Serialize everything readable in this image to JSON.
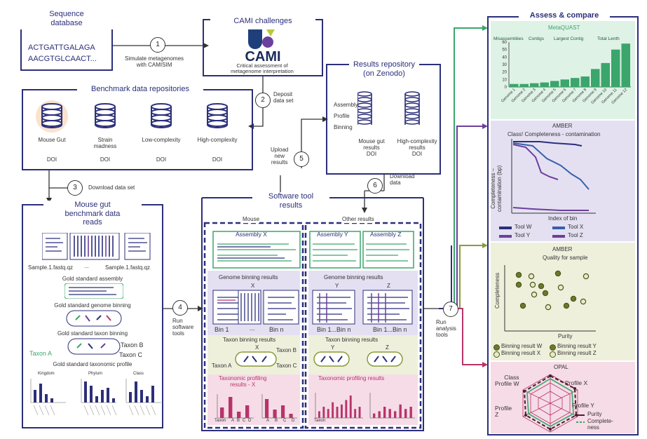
{
  "seq_db": {
    "title": "Sequence\ndatabase",
    "seq1": "ACTGATTGALAGA",
    "seq2": "AACGTGLCAACT..."
  },
  "step1": {
    "num": "1",
    "label": "Simulate metagenomes\nwith CAMISIM"
  },
  "cami": {
    "title": "CAMI challenges",
    "logo": "CAMI",
    "subtitle": "Critical assessment of\nmetagenome interpretation"
  },
  "step2": {
    "num": "2",
    "label": "Deposit\ndata set"
  },
  "benchmark": {
    "title": "Benchmark data repositories",
    "items": [
      {
        "name": "Mouse Gut",
        "doi": "DOI"
      },
      {
        "name": "Strain\nmadness",
        "doi": "DOI"
      },
      {
        "name": "Low-complexity",
        "doi": "DOI"
      },
      {
        "name": "High-complexity",
        "doi": "DOI"
      }
    ]
  },
  "results_repo": {
    "title": "Results repository\n(on Zenodo)",
    "rows": [
      "Assembly",
      "Profile",
      "Binning"
    ],
    "db1": "Mouse gut\nresults\nDOI",
    "db2": "High-complexity\nresults\nDOI"
  },
  "step3": {
    "num": "3",
    "label": "Download data set"
  },
  "step5": {
    "num": "5",
    "label": "Upload\nnew\nresults"
  },
  "step6": {
    "num": "6",
    "label": "Download\ndata"
  },
  "step4": {
    "num": "4",
    "label": "Run\nsoftware\ntools"
  },
  "step7": {
    "num": "7",
    "label": "Run\nanalysis\ntools"
  },
  "mouse_panel": {
    "title": "Mouse gut\nbenchmark data\nreads",
    "file1": "Sample.1.fastq.qz",
    "dots": "...",
    "file2": "Sample.1.fastq.qz",
    "gs_assembly": "Gold standard assembly",
    "gs_genome": "Gold standard genome binning",
    "gs_taxon": "Gold standard taxon binning",
    "taxon_a": "Taxon A",
    "taxon_b": "Taxon B",
    "taxon_c": "Taxon C",
    "gs_profile": "Gold standard taxonomic profile",
    "mini_titles": [
      "Kingdom",
      "Phylum",
      "Class"
    ]
  },
  "software": {
    "title": "Software tool\nresults",
    "mouse": "Mouse",
    "other": "Other results",
    "assembly_x": "Assembly X",
    "assembly_y": "Assembly Y",
    "assembly_z": "Assembly Z",
    "gbin_left": "Genome binning results",
    "gbin_right": "Genome binning results",
    "x": "X",
    "y": "Y",
    "z": "Z",
    "bin1": "Bin 1",
    "bindots": "...",
    "binn": "Bin n",
    "bin1ny": "Bin 1...Bin n",
    "bin1nz": "Bin 1...Bin n",
    "tbin_left": "Taxon binning results",
    "tbin_right": "Taxon binning results",
    "ta": "Taxon A",
    "tb": "Taxon B",
    "tc": "Taxon C",
    "tprof_left": "Taxonomic profiling\nresults - X",
    "tprof_right": "Taxonomic profiling results",
    "taxon_axis": "Taxon",
    "abcd": [
      "A",
      "B",
      "C",
      "D"
    ]
  },
  "assess": {
    "title": "Assess & compare"
  },
  "metaquast": {
    "name": "MetaQUAST",
    "headers": [
      "Misassemblies",
      "Contigs",
      "Largest Contig",
      "Total Lenth"
    ]
  },
  "amber1": {
    "name": "AMBER",
    "sub": "Class! Completeness - contamination",
    "ylabel": "Completeness –\ncontamination (bp)",
    "xlabel": "Index of bin",
    "legend": [
      "Tool W",
      "Tool X",
      "Tool Y",
      "Tool Z"
    ]
  },
  "amber2": {
    "name": "AMBER",
    "sub": "Quality for sample",
    "ylabel": "Completeness",
    "xlabel": "Purity",
    "legend": [
      "Binning result W",
      "Binning result Y",
      "Binning result X",
      "Binning result Z"
    ]
  },
  "opal": {
    "name": "OPAL",
    "labels": [
      "Class\nProfile W",
      "Profile X",
      "Profile Y",
      "Profile\nZ"
    ],
    "legend": [
      "Purity",
      "Complete-\nness"
    ]
  },
  "chart_data": {
    "type": "bar",
    "title": "MetaQUAST",
    "categories": [
      "Genome 1",
      "Genome 2",
      "Genome 3",
      "Genome 4",
      "Genome 5",
      "Genome 6",
      "Genome 7",
      "Genome 8",
      "Genome 9",
      "Genome 10",
      "Genome 11",
      "Genome 12"
    ],
    "values": [
      4,
      4,
      5,
      6,
      8,
      10,
      12,
      14,
      24,
      32,
      50,
      58
    ],
    "ylim": [
      0,
      60
    ],
    "yticks": [
      0,
      10,
      20,
      30,
      40,
      50,
      60
    ]
  },
  "colors": {
    "navy": "#2b2f7a",
    "green": "#3aa66b",
    "purple": "#6b3f9e",
    "olive": "#8a9b3a",
    "magenta": "#b8336a"
  }
}
